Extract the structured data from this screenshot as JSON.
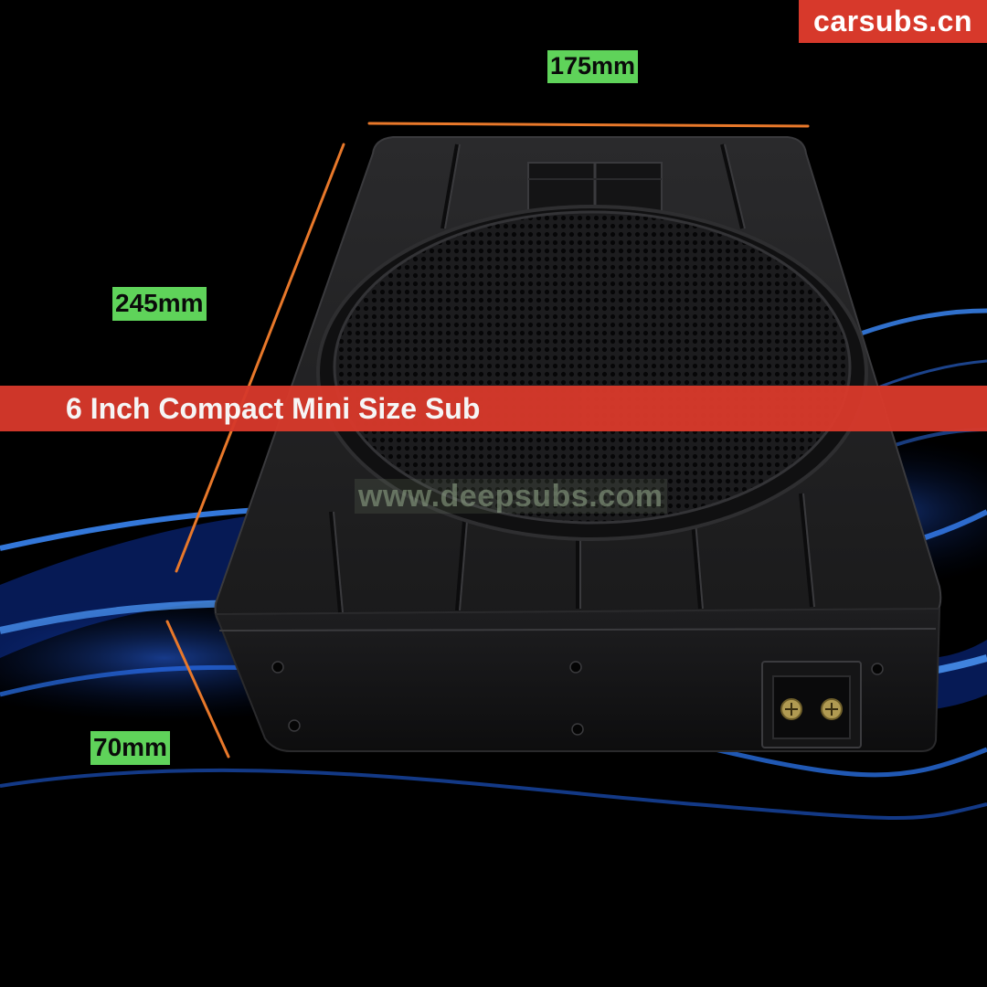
{
  "brand": {
    "badge_text": "carsubs.cn",
    "color": "#d7392b"
  },
  "headline": {
    "text": "6 Inch Compact Mini Size Sub"
  },
  "dimensions": {
    "width": "175mm",
    "length": "245mm",
    "height": "70mm",
    "label_color": "#5fd35a",
    "line_color": "#e8782a"
  },
  "watermark": {
    "text": "www.deepsubs.com"
  },
  "icons": [
    "subwoofer-enclosure-icon",
    "speaker-grille-icon",
    "terminal-block-icon"
  ]
}
